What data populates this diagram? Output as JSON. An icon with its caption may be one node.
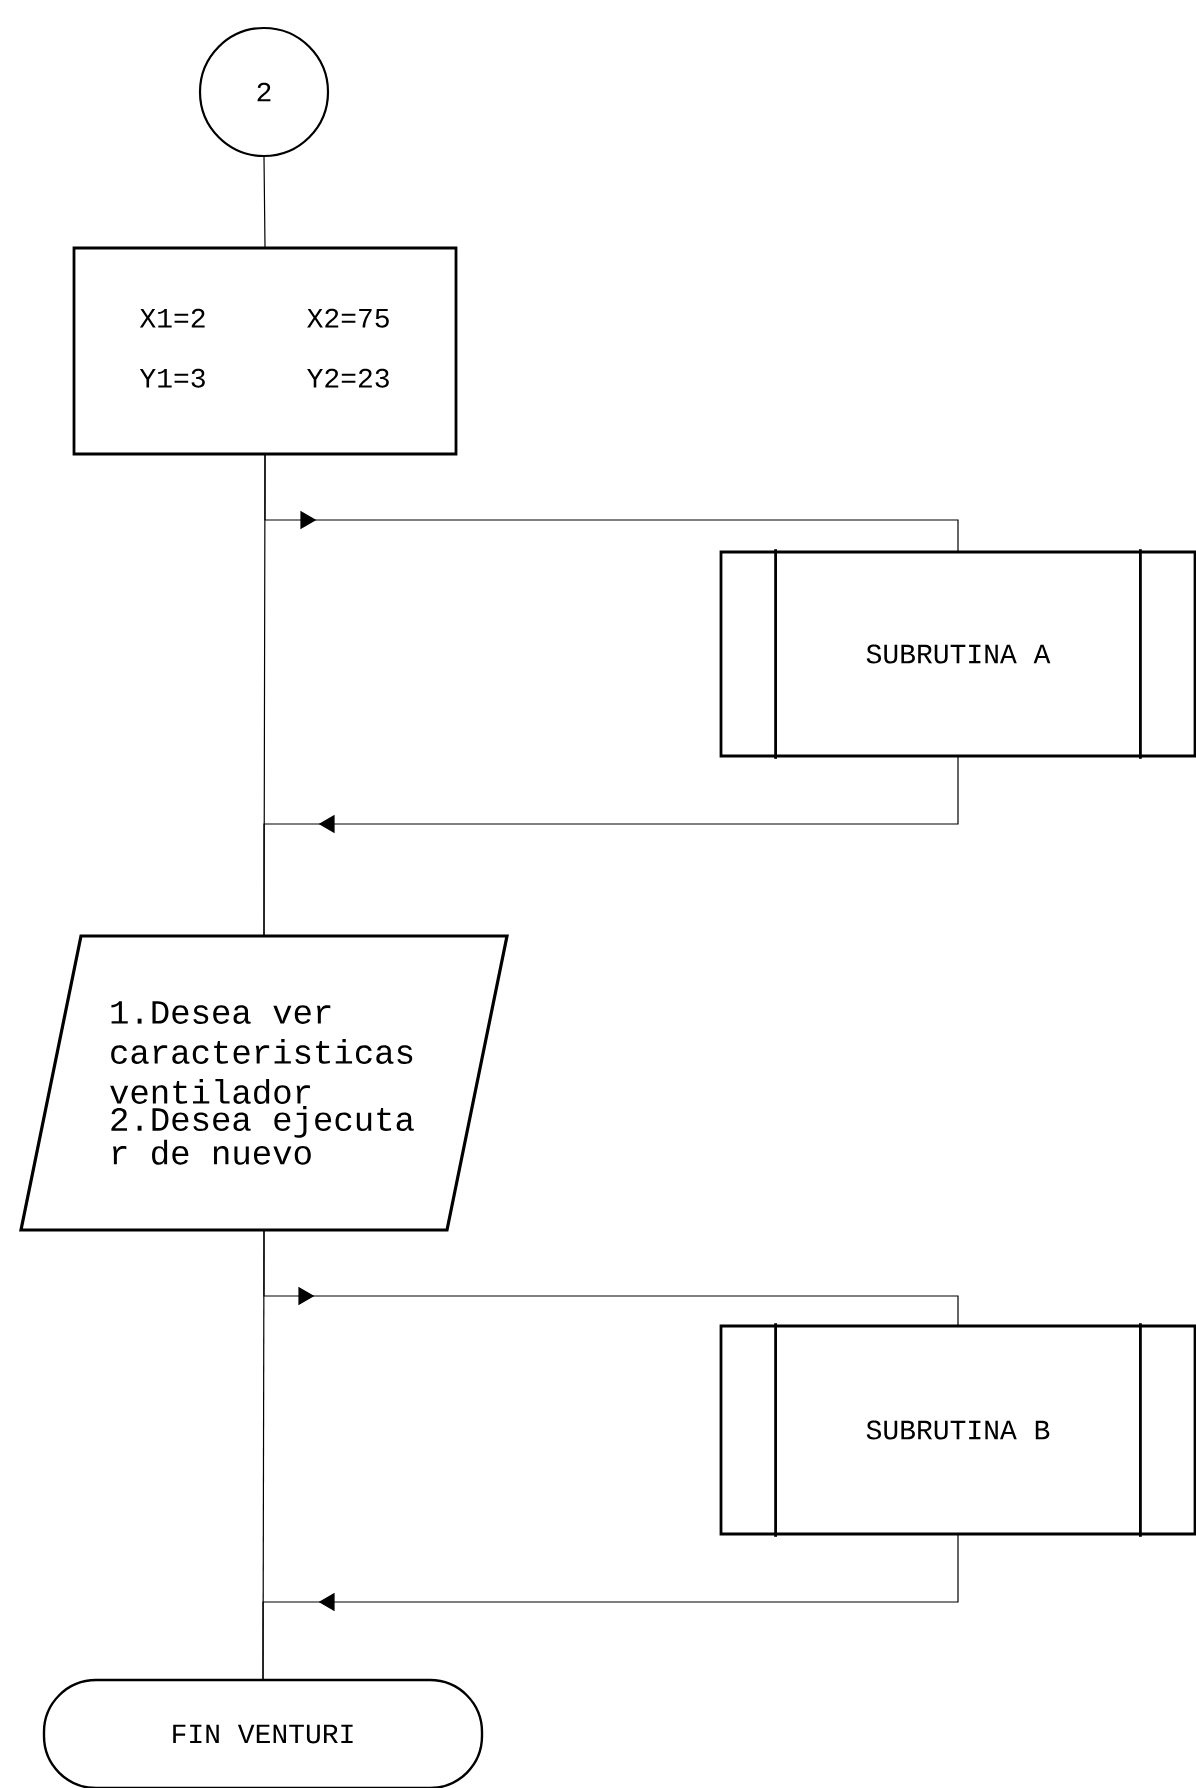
{
  "diagram": {
    "nodes": [
      {
        "text": [
          "2"
        ]
      },
      {
        "text": [
          "X1=2",
          "X2=75",
          "Y1=3",
          "Y2=23"
        ]
      },
      {
        "text": [
          "SUBRUTINA A"
        ]
      },
      {
        "text": [
          "1.Desea ver caracteristicas ventilador",
          "2.Desea ejecuta r de nuevo"
        ]
      },
      {
        "text": [
          "SUBRUTINA B"
        ]
      },
      {
        "text": [
          "FIN VENTURI"
        ]
      }
    ],
    "edges": [
      {
        "from": 0,
        "to": 1,
        "arrow": "none"
      },
      {
        "from": 1,
        "to": 3,
        "arrow": "none"
      },
      {
        "from": 1,
        "to": 2,
        "arrow": "to"
      },
      {
        "from": 2,
        "to": 3,
        "arrow": "to"
      },
      {
        "from": 3,
        "to": 5,
        "arrow": "none"
      },
      {
        "from": 3,
        "to": 4,
        "arrow": "to"
      },
      {
        "from": 4,
        "to": 5,
        "arrow": "to"
      }
    ]
  }
}
